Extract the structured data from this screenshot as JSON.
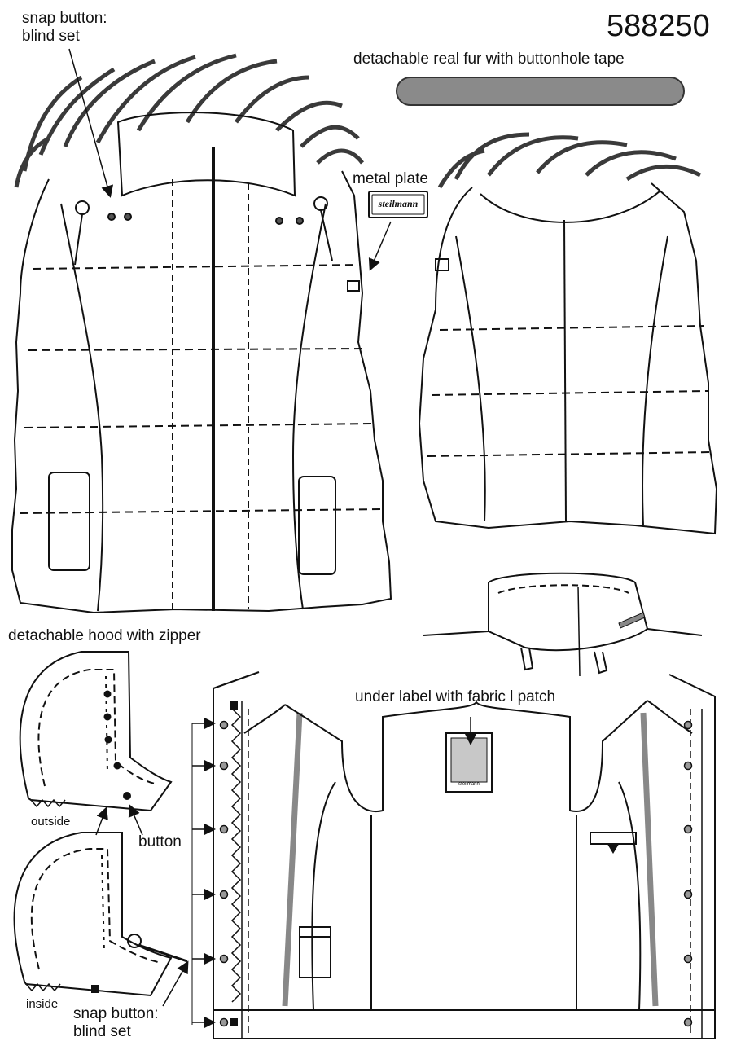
{
  "style_number": "588250",
  "labels": {
    "snap_top": [
      "snap button:",
      "blind set"
    ],
    "fur": "detachable real fur with buttonhole tape",
    "metal_plate": "metal plate",
    "plate_brand": "steilmann",
    "hood": "detachable hood with zipper",
    "outside": "outside",
    "button": "button",
    "inside": "inside",
    "snap_bottom": [
      "snap button:",
      "blind set"
    ],
    "under_label": "under label with fabric l patch",
    "patch_brand": "steilmann"
  },
  "colors": {
    "ink": "#111111",
    "tape_gray": "#8a8a8a",
    "trim_gray": "#888888",
    "patch_gray": "#c8c8c8",
    "fur_dark": "#3a3a3a"
  }
}
